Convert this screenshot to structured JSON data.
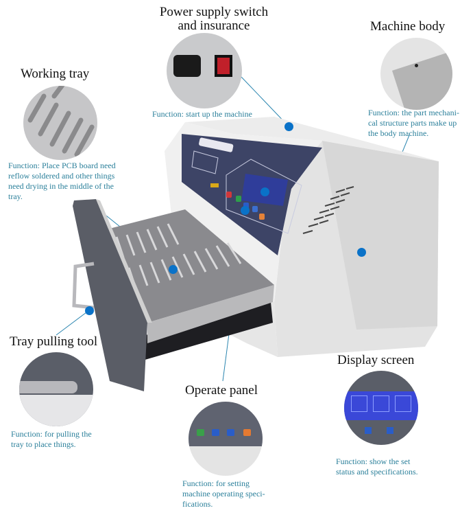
{
  "callouts": {
    "power": {
      "title_line1": "Power supply switch",
      "title_line2": "and insurance",
      "function": "Function: start up the machine"
    },
    "body": {
      "title": "Machine body",
      "function_lines": [
        "Function: the part mechani-",
        "cal structure parts make up",
        "the body machine."
      ]
    },
    "tray": {
      "title": "Working tray",
      "function_lines": [
        "Function: Place PCB board need",
        "reflow soldered and other things",
        "need drying in the middle of the",
        "tray."
      ]
    },
    "handle": {
      "title": "Tray pulling tool",
      "function_lines": [
        "Function: for pulling the",
        "tray to place things."
      ]
    },
    "panel": {
      "title": "Operate panel",
      "function_lines": [
        "Function: for setting",
        "machine operating speci-",
        "fications."
      ]
    },
    "display": {
      "title": "Display screen",
      "function_lines": [
        "Function: show the set",
        "status and specifications."
      ]
    }
  },
  "colors": {
    "callout_text": "#2a7f9a",
    "pointer_dot": "#0a72c8",
    "panel_navy": "#3d4466",
    "screen_blue": "#3a48d8"
  }
}
